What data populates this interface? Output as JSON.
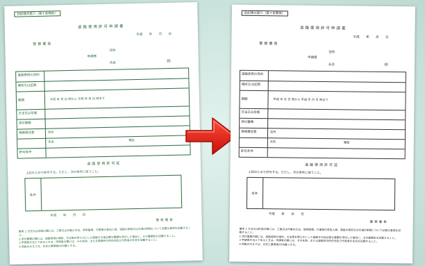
{
  "left": {
    "form_number": "別記様式第六（第十条関係）",
    "title": "道路使用許可申請書",
    "date_fields": [
      "平成",
      "年",
      "月",
      "日"
    ],
    "police": "警察署長",
    "address_label": "住所",
    "applicant_label": "申請者",
    "name_label": "氏名",
    "seal": "㊞",
    "rows": [
      "道路使用の目的",
      "場所又は区間",
      "期間",
      "方法又は形態",
      "添付書類",
      "現場責任者",
      "",
      "許可条件"
    ],
    "sub_labels": [
      "住所",
      "氏名",
      "電話"
    ],
    "period_text": "平成 年 月 日 時から 平成 年 月 日 時まで",
    "permit_title": "道路使用許可証",
    "permit_text": "上記のとおり許可する。ただし、次の条件に従うこと。",
    "condition_label": "条件",
    "sign_date": "平成 年 月 日",
    "sign_police": "警察署長",
    "notes": [
      "備考 1 方法又は形態の欄には、工事又は作業の方法、使用面積、行事等の参加人員、道路の使用又は交通の制限について必要な事項を記載すること。",
      "2 添付書類の欄には、道路使用の場所、方法等を明らかにした図面その他必要な書類を添付した場合に、その書類名を記載すること。",
      "3 申請者が法人であるときは、申請者の欄には、その名称、主たる事務所の所在地及び代表者の氏名を記載すること。",
      "4 用紙の大きさは、日本工業規格A列4番とする。"
    ]
  },
  "right": {
    "form_number": "別記様式第六（第十条関係）",
    "title": "道路使用許可申請書",
    "date_fields": [
      "平成",
      "年",
      "月",
      "日"
    ],
    "police": "警察署長",
    "address_label": "住所",
    "applicant_label": "申請者",
    "name_label": "氏名",
    "seal": "㊞",
    "rows": [
      "道路使用の目的",
      "場所又は区間",
      "期間",
      "方法又は形態",
      "添付書類",
      "現場責任者",
      "",
      "許可条件"
    ],
    "sub_labels": [
      "住所",
      "氏名",
      "電話"
    ],
    "period_text": "平成 年 月 日 時から 平成 年 月 日 時まで",
    "permit_title": "道路使用許可証",
    "permit_text": "上記のとおり許可する。ただし、次の条件に従うこと。",
    "condition_label": "条件",
    "sign_date": "平成 年 月 日",
    "sign_police": "警察署長",
    "notes": [
      "備考 1 方法又は形態の欄には、工事又は作業の方法、使用面積、行事等の参加人員、道路の使用又は交通の制限について必要な事項を記載すること。",
      "2 添付書類の欄には、道路使用の場所、方法等を明らかにした図面その他必要な書類を添付した場合に、その書類名を記載すること。",
      "3 申請者が法人であるときは、申請者の欄には、その名称、主たる事務所の所在地及び代表者の氏名を記載すること。",
      "4 用紙の大きさは、日本工業規格A列4番とする。"
    ]
  },
  "colors": {
    "arrow": "#e2231a",
    "left_ink": "#2b6b3a",
    "right_ink": "#333333",
    "background": "#cfe7e2"
  }
}
